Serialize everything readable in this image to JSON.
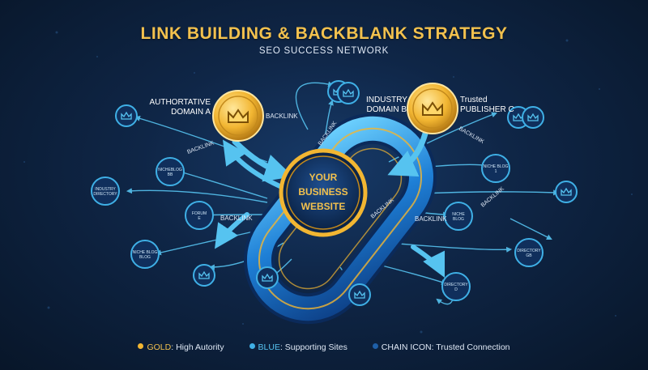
{
  "title": "LINK BUILDING & BACKBLANK STRATEGY",
  "subtitle": "SEO SUCCESS NETWORK",
  "center": {
    "line1": "YOUR",
    "line2": "BUSINESS",
    "line3": "WEBSITE"
  },
  "gold_nodes": [
    {
      "name": "AUTHORTATIVE DOMAIN A",
      "line1": "AUTHORTATIVE",
      "line2": "DOMAIN A",
      "icon": "crown-icon"
    },
    {
      "name": "INDUSTRY DOMAIN B",
      "line1": "INDUSTRY",
      "line2": "DOMAIN B",
      "icon": "crown-icon"
    },
    {
      "name": "Trusted PUBLISHER C",
      "line1": "Trusted",
      "line2": "PUBLISHER C",
      "icon": "crown-icon"
    }
  ],
  "blue_nodes": [
    {
      "label": "",
      "icon": "crown-icon"
    },
    {
      "label": "",
      "icon": "crown-icon"
    },
    {
      "label": "",
      "icon": "crown-icon"
    },
    {
      "label": "",
      "icon": "crown-icon"
    },
    {
      "label": "NICHEBLOG BB",
      "icon": ""
    },
    {
      "label": "INDUSTRY DIRECTORY",
      "icon": ""
    },
    {
      "label": "FORUM E",
      "icon": ""
    },
    {
      "label": "NICHE BLOG BLOG",
      "icon": ""
    },
    {
      "label": "",
      "icon": "crown-icon"
    },
    {
      "label": "",
      "icon": "crown-icon"
    },
    {
      "label": "",
      "icon": "crown-icon"
    },
    {
      "label": "NICHE BLOG 1",
      "icon": ""
    },
    {
      "label": "",
      "icon": "crown-icon"
    },
    {
      "label": "NICHE BLOG",
      "icon": ""
    },
    {
      "label": "DIRECTORY GB",
      "icon": ""
    },
    {
      "label": "DIRECTORY D",
      "icon": ""
    },
    {
      "label": "",
      "icon": "crown-icon"
    }
  ],
  "edge_labels": [
    "BACKLINK",
    "BACKLINK",
    "BACKLINK",
    "BACKLINK",
    "BACKLINK",
    "BACKLINK",
    "BACKLINK",
    "BACKLINK"
  ],
  "legend": [
    {
      "key": "GOLD",
      "desc": ": High Autority",
      "color": "#f2b632"
    },
    {
      "key": "BLUE",
      "desc": ": Supporting Sites",
      "color": "#3fb0e6"
    },
    {
      "key": "CHAIN ICON",
      "desc": ": Trusted Connection",
      "color": "#1e5fa8"
    }
  ],
  "colors": {
    "gold": "#f2b632",
    "blue": "#3fb0e6",
    "navy": "#0f2647"
  }
}
